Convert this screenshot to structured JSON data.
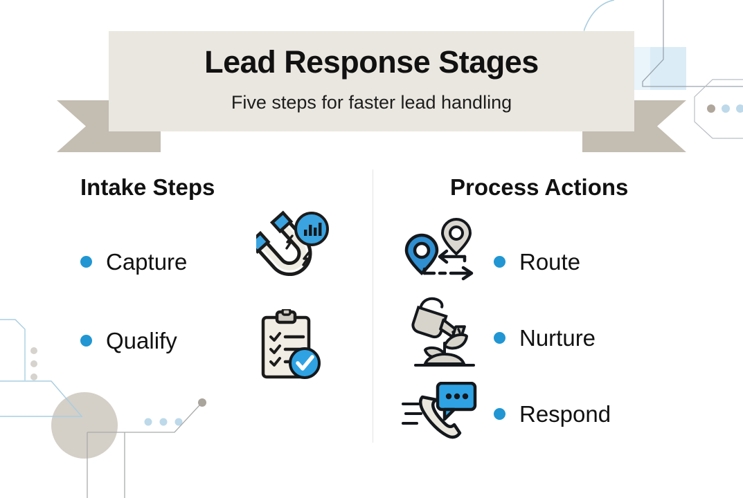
{
  "banner": {
    "title": "Lead Response Stages",
    "subtitle": "Five steps for faster lead handling"
  },
  "columns": [
    {
      "heading": "Intake Steps",
      "items": [
        {
          "label": "Capture",
          "icon": "magnet-chart-icon"
        },
        {
          "label": "Qualify",
          "icon": "clipboard-checklist-icon"
        }
      ]
    },
    {
      "heading": "Process Actions",
      "items": [
        {
          "label": "Route",
          "icon": "map-pins-route-icon"
        },
        {
          "label": "Nurture",
          "icon": "watering-can-seedling-icon"
        },
        {
          "label": "Respond",
          "icon": "phone-chat-bubble-icon"
        }
      ]
    }
  ],
  "colors": {
    "accent_blue": "#2196d3",
    "banner_fill": "#eae7e0",
    "ribbon_tail": "#c3bdb2",
    "ribbon_fold": "#9b968c",
    "text_dark": "#111111",
    "icon_cream": "#efece4",
    "icon_gray": "#d3d0c8",
    "divider": "#e3e3e3",
    "deco_blue": "#bdd9ea",
    "deco_tan": "#cdc7bd"
  }
}
